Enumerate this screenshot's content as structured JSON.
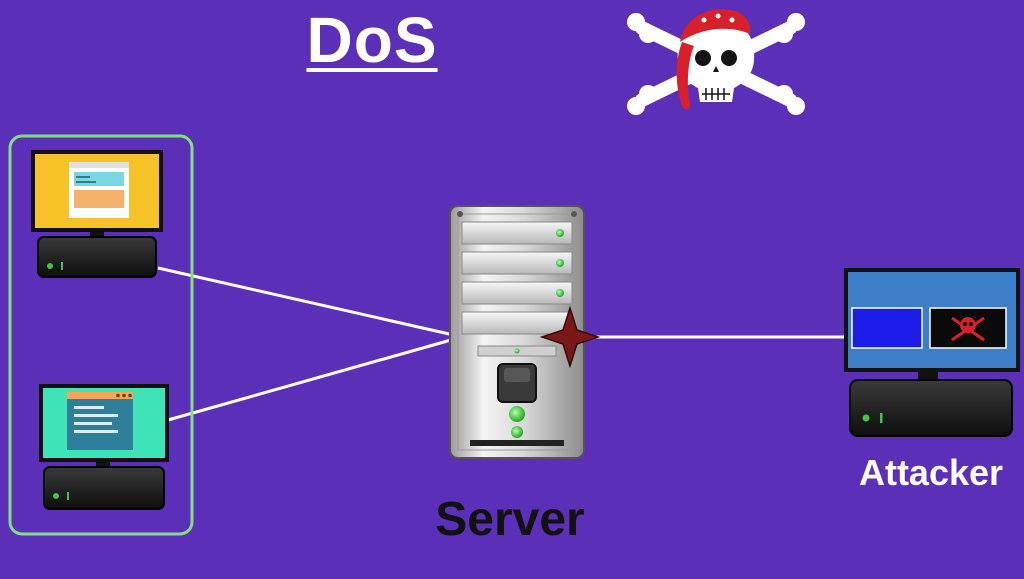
{
  "title": "DoS",
  "server_label": "Server",
  "attacker_label": "Attacker",
  "colors": {
    "background": "#5b2fb8",
    "client_group_border": "#7fe07f",
    "connection_line": "#ffffff",
    "attack_star": "#7a1818",
    "monitor_yellow": "#f5c227",
    "monitor_teal": "#3ee3b8",
    "bandana_red": "#d8202a"
  },
  "icons": [
    "skull-crossbones-icon",
    "desktop-computer-icon",
    "server-tower-icon",
    "attack-star-icon"
  ]
}
